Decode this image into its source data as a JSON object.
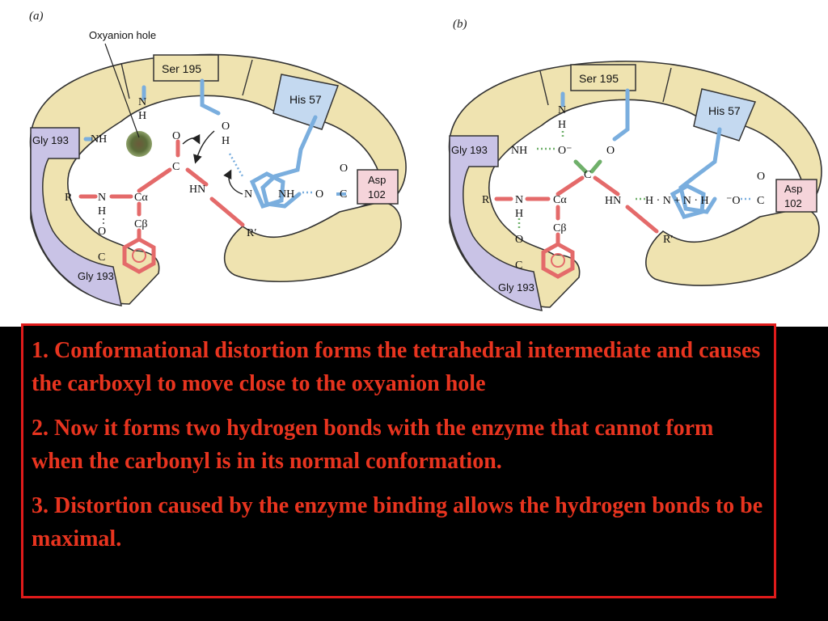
{
  "panels": {
    "a": {
      "label": "(a)",
      "callout": "Oxyanion hole",
      "residues": {
        "ser": "Ser 195",
        "his": "His 57",
        "asp_line1": "Asp",
        "asp_line2": "102",
        "gly_top": "Gly 193",
        "gly_bottom": "Gly 193"
      }
    },
    "b": {
      "label": "(b)",
      "residues": {
        "ser": "Ser 195",
        "his": "His 57",
        "asp_line1": "Asp",
        "asp_line2": "102",
        "gly_top": "Gly 193",
        "gly_bottom": "Gly 193"
      }
    }
  },
  "atoms": {
    "N": "N",
    "H": "H",
    "NH": "NH",
    "O": "O",
    "C": "C",
    "R": "R",
    "Rprime": "R′",
    "HN": "HN",
    "Ca": "Cα",
    "Cb": "Cβ",
    "Ominus": "O⁻",
    "charged_chain": "H · N + N · H",
    "O_minus_asp": "⁻O"
  },
  "colors": {
    "enzyme_fill": "#efe3b0",
    "gly_fill": "#c9c3e6",
    "his_fill": "#c4d9f0",
    "asp_fill": "#f5d4da",
    "substrate_bond": "#e46a6a",
    "enzyme_bond": "#7aaede",
    "green_bond": "#6fb06a",
    "caption_text": "#e8341f",
    "caption_border": "#e01b1b"
  },
  "caption": [
    "1. Conformational distortion forms the tetrahedral intermediate and causes the carboxyl to move close to the oxyanion hole",
    "2. Now it forms two hydrogen bonds with the enzyme that cannot form when the carbonyl is in its normal conformation.",
    "3. Distortion caused by the enzyme binding allows the hydrogen bonds to be maximal."
  ]
}
